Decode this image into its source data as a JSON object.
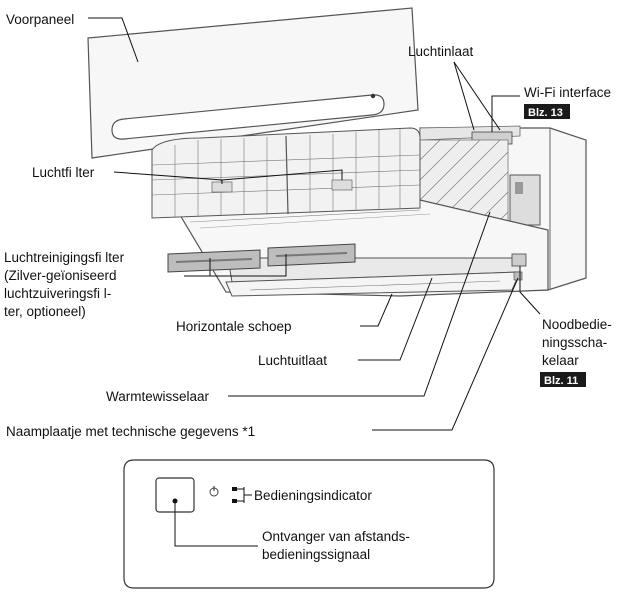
{
  "labels": {
    "front_panel": "Voorpaneel",
    "air_inlet": "Luchtinlaat",
    "wifi_interface": "Wi-Fi interface",
    "wifi_page": "Blz. 13",
    "air_filter": "Luchtfi lter",
    "cleaning_filter_1": "Luchtreinigingsfi lter",
    "cleaning_filter_2": "(Zilver-geïoniseerd",
    "cleaning_filter_3": "luchtzuiveringsfi l-",
    "cleaning_filter_4": "ter, optioneel)",
    "horizontal_vane": "Horizontale schoep",
    "emergency_1": "Noodbedie-",
    "emergency_2": "ningsscha-",
    "emergency_3": "kelaar",
    "emergency_page": "Blz. 11",
    "air_outlet": "Luchtuitlaat",
    "heat_exchanger": "Warmtewisselaar",
    "nameplate": "Naamplaatje met technische gegevens *1",
    "operation_indicator": "Bedieningsindicator",
    "receiver_1": "Ontvanger van afstands-",
    "receiver_2": "bedieningssignaal"
  },
  "colors": {
    "badge": "#1a1a1a",
    "line": "#111111"
  },
  "icons": {
    "power": "power-icon",
    "indicator": "indicator-lamps-icon"
  }
}
